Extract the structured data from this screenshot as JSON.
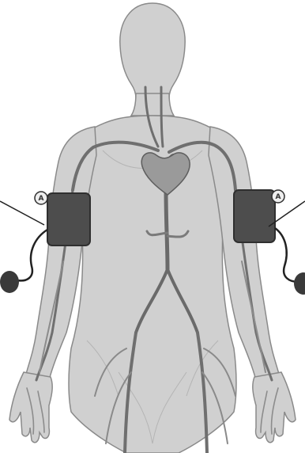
{
  "diagram": {
    "subject": "human-body-arterial-system",
    "illustration_style": "grayscale",
    "colors": {
      "background": "#ffffff",
      "body_fill": "#cfcfcf",
      "body_outline": "#8a8a8a",
      "artery": "#6f6f6f",
      "artery_light": "#a8a8a8",
      "heart": "#9a9a9a",
      "cuff": "#4d4d4d",
      "cuff_edge": "#2f2f2f",
      "tube": "#222222",
      "bulb": "#3a3a3a"
    },
    "cuffs": [
      {
        "side": "right-arm",
        "gauge_label": "A"
      },
      {
        "side": "left-arm",
        "gauge_label": "A"
      }
    ]
  }
}
